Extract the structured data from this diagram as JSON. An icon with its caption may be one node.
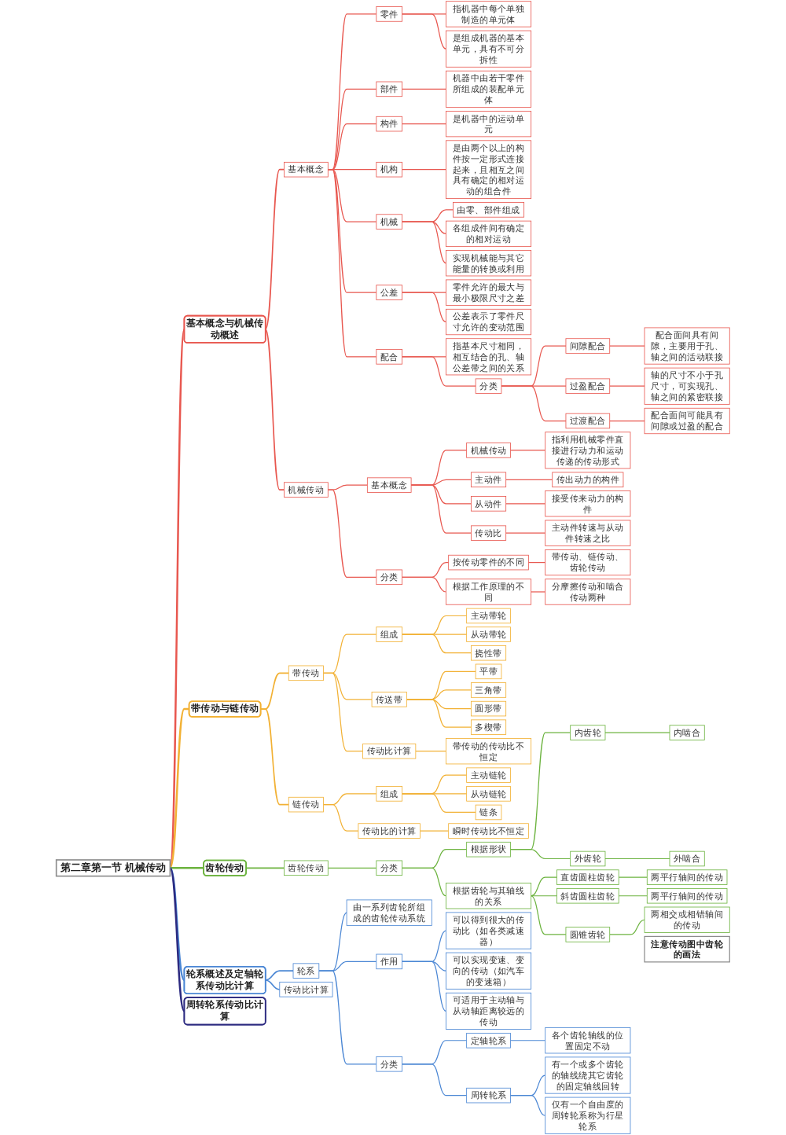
{
  "diagram": {
    "nodes": [
      {
        "text": [
          "第二章第一节 机械传动"
        ]
      },
      {
        "text": [
          "基本概念与机械传动概述"
        ]
      },
      {
        "text": [
          "基本概念"
        ]
      },
      {
        "text": [
          "零件"
        ]
      },
      {
        "text": [
          "指机器中每个单独制造的单元体"
        ]
      },
      {
        "text": [
          "是组成机器的基本单元，具有不可分拆性"
        ]
      },
      {
        "text": [
          "部件"
        ]
      },
      {
        "text": [
          "机器中由若干零件所组成的装配单元体"
        ]
      },
      {
        "text": [
          "构件"
        ]
      },
      {
        "text": [
          "是机器中的运动单元"
        ]
      },
      {
        "text": [
          "机构"
        ]
      },
      {
        "text": [
          "是由两个以上的构件按一定形式连接起来，且相互之间具有确定的相对运动的组合件"
        ]
      },
      {
        "text": [
          "机械"
        ]
      },
      {
        "text": [
          "由零、部件组成"
        ]
      },
      {
        "text": [
          "各组成件间有确定的相对运动"
        ]
      },
      {
        "text": [
          "实现机械能与其它能量的转换或利用"
        ]
      },
      {
        "text": [
          "公差"
        ]
      },
      {
        "text": [
          "零件允许的最大与最小极限尺寸之差"
        ]
      },
      {
        "text": [
          "公差表示了零件尺寸允许的变动范围"
        ]
      },
      {
        "text": [
          "配合"
        ]
      },
      {
        "text": [
          "指基本尺寸相同，相互结合的孔、轴公差带之间的关系"
        ]
      },
      {
        "text": [
          "分类"
        ]
      },
      {
        "text": [
          "间隙配合"
        ]
      },
      {
        "text": [
          "配合面间具有间隙，主要用于孔、轴之间的活动联接"
        ]
      },
      {
        "text": [
          "过盈配合"
        ]
      },
      {
        "text": [
          "轴的尺寸不小于孔尺寸，可实现孔、轴之间的紧密联接"
        ]
      },
      {
        "text": [
          "过渡配合"
        ]
      },
      {
        "text": [
          "配合面间可能具有间隙或过盈的配合"
        ]
      },
      {
        "text": [
          "机械传动"
        ]
      },
      {
        "text": [
          "基本概念"
        ]
      },
      {
        "text": [
          "机械传动"
        ]
      },
      {
        "text": [
          "指利用机械零件直接进行动力和运动传递的传动形式"
        ]
      },
      {
        "text": [
          "主动件"
        ]
      },
      {
        "text": [
          "传出动力的构件"
        ]
      },
      {
        "text": [
          "从动件"
        ]
      },
      {
        "text": [
          "接受传来动力的构件"
        ]
      },
      {
        "text": [
          "传动比"
        ]
      },
      {
        "text": [
          "主动件转速与从动件转速之比"
        ]
      },
      {
        "text": [
          "分类"
        ]
      },
      {
        "text": [
          "按传动零件的不同"
        ]
      },
      {
        "text": [
          "带传动、链传动、齿轮传动"
        ]
      },
      {
        "text": [
          "根据工作原理的不同"
        ]
      },
      {
        "text": [
          "分摩擦传动和啮合传动两种"
        ]
      },
      {
        "text": [
          "带传动与链传动"
        ]
      },
      {
        "text": [
          "带传动"
        ]
      },
      {
        "text": [
          "组成"
        ]
      },
      {
        "text": [
          "主动带轮"
        ]
      },
      {
        "text": [
          "从动带轮"
        ]
      },
      {
        "text": [
          "挠性带"
        ]
      },
      {
        "text": [
          "传送带"
        ]
      },
      {
        "text": [
          "平带"
        ]
      },
      {
        "text": [
          "三角带"
        ]
      },
      {
        "text": [
          "圆形带"
        ]
      },
      {
        "text": [
          "多楔带"
        ]
      },
      {
        "text": [
          "传动比计算"
        ]
      },
      {
        "text": [
          "带传动的传动比不恒定"
        ]
      },
      {
        "text": [
          "链传动"
        ]
      },
      {
        "text": [
          "组成"
        ]
      },
      {
        "text": [
          "主动链轮"
        ]
      },
      {
        "text": [
          "从动链轮"
        ]
      },
      {
        "text": [
          "链条"
        ]
      },
      {
        "text": [
          "传动比的计算"
        ]
      },
      {
        "text": [
          "瞬时传动比不恒定"
        ]
      },
      {
        "text": [
          "齿轮传动"
        ]
      },
      {
        "text": [
          "齿轮传动"
        ]
      },
      {
        "text": [
          "分类"
        ]
      },
      {
        "text": [
          "根据形状"
        ]
      },
      {
        "text": [
          "内齿轮"
        ]
      },
      {
        "text": [
          "内啮合"
        ]
      },
      {
        "text": [
          "外齿轮"
        ]
      },
      {
        "text": [
          "外啮合"
        ]
      },
      {
        "text": [
          "根据齿轮与其轴线的关系"
        ]
      },
      {
        "text": [
          "直齿圆柱齿轮"
        ]
      },
      {
        "text": [
          "两平行轴间的传动"
        ]
      },
      {
        "text": [
          "斜齿圆柱齿轮"
        ]
      },
      {
        "text": [
          "两平行轴间的传动"
        ]
      },
      {
        "text": [
          "圆锥齿轮"
        ]
      },
      {
        "text": [
          "两相交或相错轴间的传动"
        ]
      },
      {
        "text": [
          "注意传动图中齿轮的画法"
        ]
      },
      {
        "text": [
          "轮系概述及定轴轮系传动比计算"
        ]
      },
      {
        "text": [
          "轮系"
        ]
      },
      {
        "text": [
          "由一系列齿轮所组成的齿轮传动系统"
        ]
      },
      {
        "text": [
          "作用"
        ]
      },
      {
        "text": [
          "可以得到很大的传动比（如各类减速器）"
        ]
      },
      {
        "text": [
          "可以实现变速、变向的传动（如汽车的变速箱）"
        ]
      },
      {
        "text": [
          "可适用于主动轴与从动轴距离较远的传动"
        ]
      },
      {
        "text": [
          "分类"
        ]
      },
      {
        "text": [
          "定轴轮系"
        ]
      },
      {
        "text": [
          "各个齿轮轴线的位置固定不动"
        ]
      },
      {
        "text": [
          "周转轮系"
        ]
      },
      {
        "text": [
          "有一个或多个齿轮的轴线绕其它齿轮的固定轴线回转"
        ]
      },
      {
        "text": [
          "仅有一个自由度的周转轮系称为行星轮系"
        ]
      },
      {
        "text": [
          "传动比计算"
        ]
      },
      {
        "text": [
          "周转轮系传动比计算"
        ]
      }
    ],
    "edges": [
      {
        "from": 0,
        "to": 1,
        "arrow": "none"
      },
      {
        "from": 1,
        "to": 2,
        "arrow": "none"
      },
      {
        "from": 2,
        "to": 3,
        "arrow": "none"
      },
      {
        "from": 3,
        "to": 4,
        "arrow": "none"
      },
      {
        "from": 3,
        "to": 5,
        "arrow": "none"
      },
      {
        "from": 2,
        "to": 6,
        "arrow": "none"
      },
      {
        "from": 6,
        "to": 7,
        "arrow": "none"
      },
      {
        "from": 2,
        "to": 8,
        "arrow": "none"
      },
      {
        "from": 8,
        "to": 9,
        "arrow": "none"
      },
      {
        "from": 2,
        "to": 10,
        "arrow": "none"
      },
      {
        "from": 10,
        "to": 11,
        "arrow": "none"
      },
      {
        "from": 2,
        "to": 12,
        "arrow": "none"
      },
      {
        "from": 12,
        "to": 13,
        "arrow": "none"
      },
      {
        "from": 12,
        "to": 14,
        "arrow": "none"
      },
      {
        "from": 12,
        "to": 15,
        "arrow": "none"
      },
      {
        "from": 2,
        "to": 16,
        "arrow": "none"
      },
      {
        "from": 16,
        "to": 17,
        "arrow": "none"
      },
      {
        "from": 16,
        "to": 18,
        "arrow": "none"
      },
      {
        "from": 2,
        "to": 19,
        "arrow": "none"
      },
      {
        "from": 19,
        "to": 20,
        "arrow": "none"
      },
      {
        "from": 19,
        "to": 21,
        "arrow": "none"
      },
      {
        "from": 21,
        "to": 22,
        "arrow": "none"
      },
      {
        "from": 22,
        "to": 23,
        "arrow": "none"
      },
      {
        "from": 21,
        "to": 24,
        "arrow": "none"
      },
      {
        "from": 24,
        "to": 25,
        "arrow": "none"
      },
      {
        "from": 21,
        "to": 26,
        "arrow": "none"
      },
      {
        "from": 26,
        "to": 27,
        "arrow": "none"
      },
      {
        "from": 1,
        "to": 28,
        "arrow": "none"
      },
      {
        "from": 28,
        "to": 29,
        "arrow": "none"
      },
      {
        "from": 29,
        "to": 30,
        "arrow": "none"
      },
      {
        "from": 30,
        "to": 31,
        "arrow": "none"
      },
      {
        "from": 29,
        "to": 32,
        "arrow": "none"
      },
      {
        "from": 32,
        "to": 33,
        "arrow": "none"
      },
      {
        "from": 29,
        "to": 34,
        "arrow": "none"
      },
      {
        "from": 34,
        "to": 35,
        "arrow": "none"
      },
      {
        "from": 29,
        "to": 36,
        "arrow": "none"
      },
      {
        "from": 36,
        "to": 37,
        "arrow": "none"
      },
      {
        "from": 28,
        "to": 38,
        "arrow": "none"
      },
      {
        "from": 38,
        "to": 39,
        "arrow": "none"
      },
      {
        "from": 39,
        "to": 40,
        "arrow": "none"
      },
      {
        "from": 38,
        "to": 41,
        "arrow": "none"
      },
      {
        "from": 41,
        "to": 42,
        "arrow": "none"
      },
      {
        "from": 0,
        "to": 43,
        "arrow": "none",
        "color": "#f2b134"
      },
      {
        "from": 43,
        "to": 44,
        "arrow": "none",
        "color": "#f2b134"
      },
      {
        "from": 44,
        "to": 45,
        "arrow": "none",
        "color": "#f2b134"
      },
      {
        "from": 45,
        "to": 46,
        "arrow": "none",
        "color": "#f2b134"
      },
      {
        "from": 45,
        "to": 47,
        "arrow": "none",
        "color": "#f2b134"
      },
      {
        "from": 45,
        "to": 48,
        "arrow": "none",
        "color": "#f2b134"
      },
      {
        "from": 44,
        "to": 49,
        "arrow": "none",
        "color": "#f2b134"
      },
      {
        "from": 49,
        "to": 50,
        "arrow": "none",
        "color": "#f2b134"
      },
      {
        "from": 49,
        "to": 51,
        "arrow": "none",
        "color": "#f2b134"
      },
      {
        "from": 49,
        "to": 52,
        "arrow": "none",
        "color": "#f2b134"
      },
      {
        "from": 49,
        "to": 53,
        "arrow": "none",
        "color": "#f2b134"
      },
      {
        "from": 44,
        "to": 54,
        "arrow": "none",
        "color": "#f2b134"
      },
      {
        "from": 54,
        "to": 55,
        "arrow": "none",
        "color": "#f2b134"
      },
      {
        "from": 43,
        "to": 56,
        "arrow": "none",
        "color": "#f2b134"
      },
      {
        "from": 56,
        "to": 57,
        "arrow": "none",
        "color": "#f2b134"
      },
      {
        "from": 57,
        "to": 58,
        "arrow": "none",
        "color": "#f2b134"
      },
      {
        "from": 57,
        "to": 59,
        "arrow": "none",
        "color": "#f2b134"
      },
      {
        "from": 57,
        "to": 60,
        "arrow": "none",
        "color": "#f2b134"
      },
      {
        "from": 56,
        "to": 61,
        "arrow": "none",
        "color": "#f2b134"
      },
      {
        "from": 61,
        "to": 62,
        "arrow": "none",
        "color": "#f2b134"
      },
      {
        "from": 0,
        "to": 63,
        "arrow": "none",
        "color": "#6cb33f"
      },
      {
        "from": 63,
        "to": 64,
        "arrow": "none",
        "color": "#6cb33f"
      },
      {
        "from": 64,
        "to": 65,
        "arrow": "none",
        "color": "#6cb33f"
      },
      {
        "from": 65,
        "to": 66,
        "arrow": "none",
        "color": "#6cb33f"
      },
      {
        "from": 66,
        "to": 67,
        "arrow": "none",
        "color": "#6cb33f"
      },
      {
        "from": 67,
        "to": 68,
        "arrow": "none",
        "color": "#6cb33f"
      },
      {
        "from": 66,
        "to": 69,
        "arrow": "none",
        "color": "#6cb33f"
      },
      {
        "from": 69,
        "to": 70,
        "arrow": "none",
        "color": "#6cb33f"
      },
      {
        "from": 65,
        "to": 71,
        "arrow": "none",
        "color": "#6cb33f"
      },
      {
        "from": 71,
        "to": 72,
        "arrow": "none",
        "color": "#6cb33f"
      },
      {
        "from": 72,
        "to": 73,
        "arrow": "none",
        "color": "#6cb33f"
      },
      {
        "from": 71,
        "to": 74,
        "arrow": "none",
        "color": "#6cb33f"
      },
      {
        "from": 74,
        "to": 75,
        "arrow": "none",
        "color": "#6cb33f"
      },
      {
        "from": 71,
        "to": 76,
        "arrow": "none",
        "color": "#6cb33f"
      },
      {
        "from": 76,
        "to": 77,
        "arrow": "none",
        "color": "#6cb33f"
      },
      {
        "from": 0,
        "to": 79,
        "arrow": "none",
        "color": "#4a86d4"
      },
      {
        "from": 79,
        "to": 80,
        "arrow": "none",
        "color": "#4a86d4"
      },
      {
        "from": 80,
        "to": 81,
        "arrow": "none",
        "color": "#4a86d4"
      },
      {
        "from": 80,
        "to": 82,
        "arrow": "none",
        "color": "#4a86d4"
      },
      {
        "from": 82,
        "to": 83,
        "arrow": "none",
        "color": "#4a86d4"
      },
      {
        "from": 82,
        "to": 84,
        "arrow": "none",
        "color": "#4a86d4"
      },
      {
        "from": 82,
        "to": 85,
        "arrow": "none",
        "color": "#4a86d4"
      },
      {
        "from": 80,
        "to": 86,
        "arrow": "none",
        "color": "#4a86d4"
      },
      {
        "from": 86,
        "to": 87,
        "arrow": "none",
        "color": "#4a86d4"
      },
      {
        "from": 87,
        "to": 88,
        "arrow": "none",
        "color": "#4a86d4"
      },
      {
        "from": 86,
        "to": 89,
        "arrow": "none",
        "color": "#4a86d4"
      },
      {
        "from": 89,
        "to": 90,
        "arrow": "none",
        "color": "#4a86d4"
      },
      {
        "from": 89,
        "to": 91,
        "arrow": "none",
        "color": "#4a86d4"
      },
      {
        "from": 79,
        "to": 92,
        "arrow": "none",
        "color": "#4a86d4"
      },
      {
        "from": 0,
        "to": 93,
        "arrow": "none",
        "color": "#2c2a80"
      }
    ]
  }
}
